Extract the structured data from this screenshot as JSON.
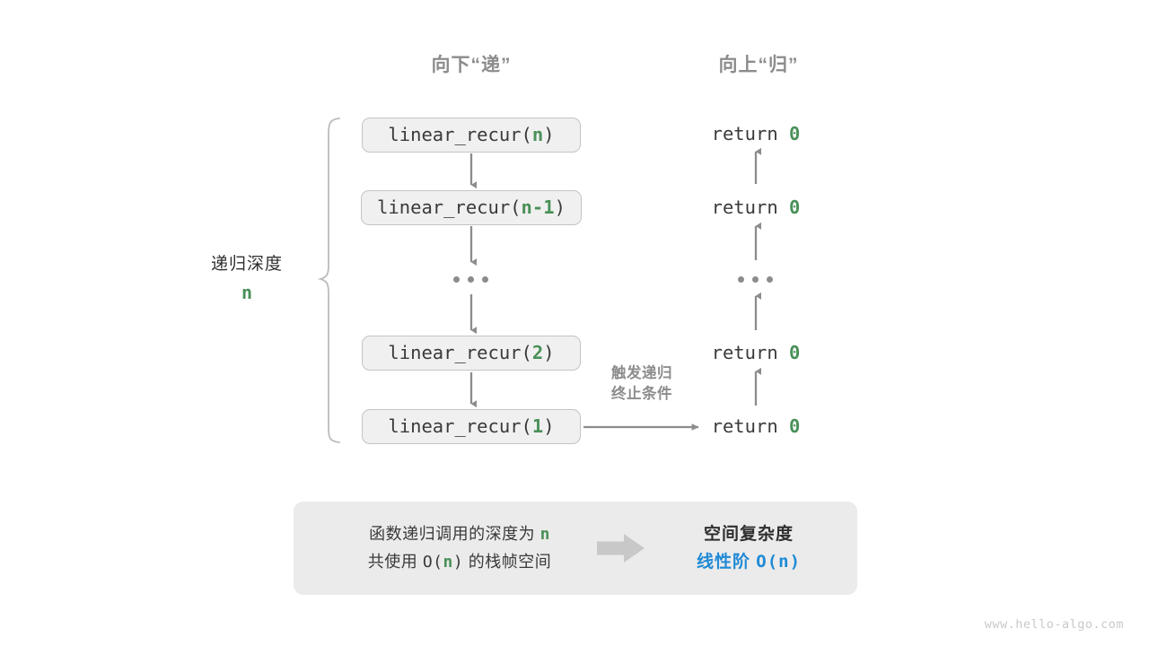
{
  "headers": {
    "down": "向下“递”",
    "up": "向上“归”"
  },
  "depth_annotation": {
    "label": "递归深度",
    "variable": "n"
  },
  "trigger_note": {
    "line1": "触发递归",
    "line2": "终止条件"
  },
  "call_stack": [
    {
      "prefix": "linear_recur(",
      "arg": "n",
      "suffix": ")"
    },
    {
      "prefix": "linear_recur(",
      "arg": "n-1",
      "suffix": ")"
    },
    {
      "prefix": "linear_recur(",
      "arg": "2",
      "suffix": ")"
    },
    {
      "prefix": "linear_recur(",
      "arg": "1",
      "suffix": ")"
    }
  ],
  "returns": [
    {
      "keyword": "return",
      "value": "0"
    },
    {
      "keyword": "return",
      "value": "0"
    },
    {
      "keyword": "return",
      "value": "0"
    },
    {
      "keyword": "return",
      "value": "0"
    }
  ],
  "ellipsis": "...",
  "summary": {
    "line1_pre": "函数递归调用的深度为 ",
    "line1_var": "n",
    "line2_pre": "共使用 ",
    "line2_o": "O(",
    "line2_var": "n",
    "line2_close": ")",
    "line2_post": " 的栈帧空间",
    "arrow_icon": "right-arrow-icon",
    "result_title": "空间复杂度",
    "result_order": "线性阶 ",
    "result_notation": "O(n)"
  },
  "watermark": "www.hello-algo.com",
  "colors": {
    "accent_green": "#4a9058",
    "accent_blue": "#1f8ad6",
    "stroke_gray": "#8c8c8c",
    "box_fill": "#f0f0f0",
    "panel_fill": "#ebebeb"
  }
}
